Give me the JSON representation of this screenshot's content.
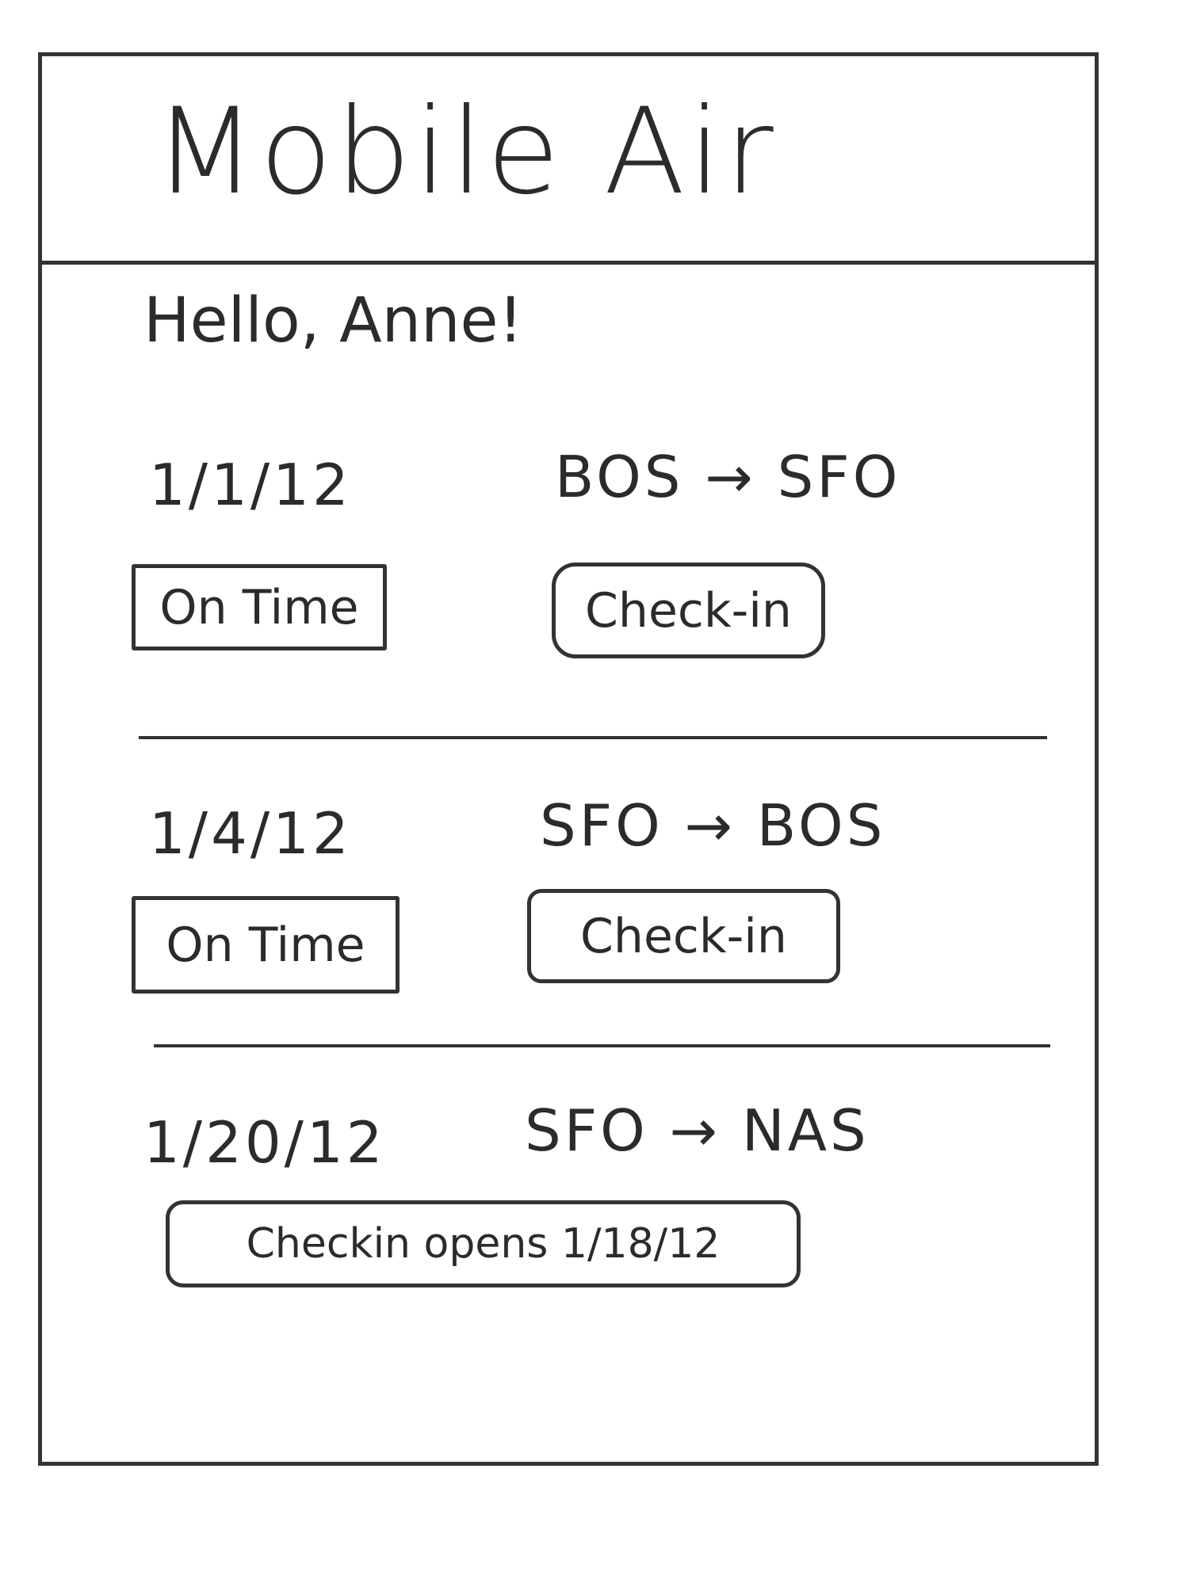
{
  "app": {
    "title": "Mobile Air"
  },
  "greeting": "Hello, Anne!",
  "flights": [
    {
      "date": "1/1/12",
      "route": "BOS → SFO",
      "status": "On Time",
      "action": "Check-in"
    },
    {
      "date": "1/4/12",
      "route": "SFO → BOS",
      "status": "On Time",
      "action": "Check-in"
    },
    {
      "date": "1/20/12",
      "route": "SFO → NAS",
      "action": "Checkin opens 1/18/12"
    }
  ]
}
